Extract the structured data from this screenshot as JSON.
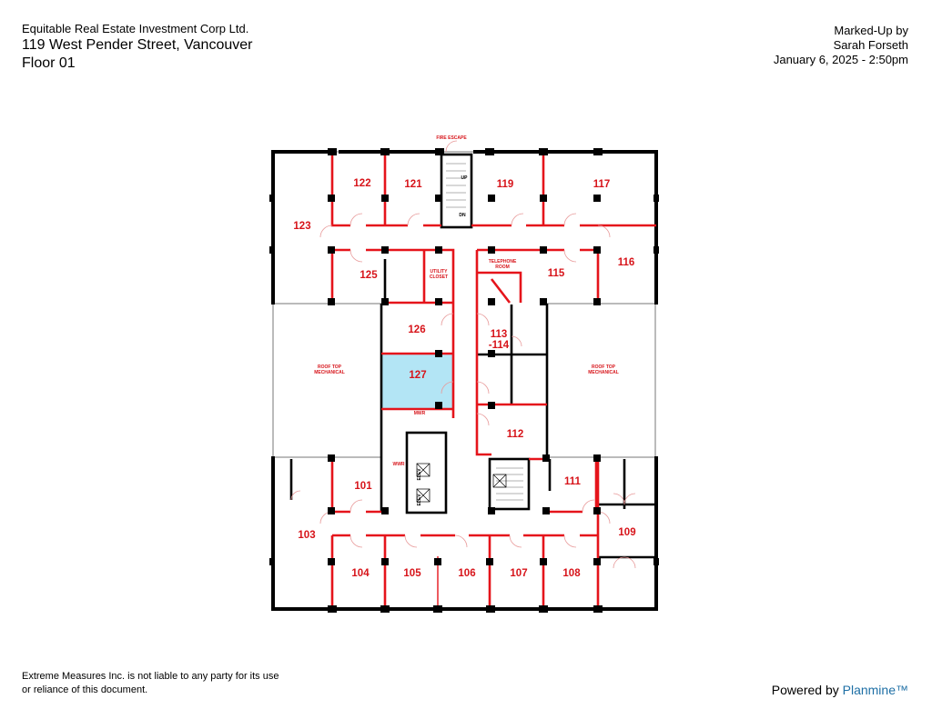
{
  "header": {
    "company": "Equitable Real Estate Investment Corp Ltd.",
    "address": "119 West Pender Street, Vancouver",
    "floor": "Floor 01",
    "marked_up_label": "Marked-Up by",
    "marked_up_by": "Sarah Forseth",
    "date": "January 6, 2025 - 2:50pm"
  },
  "plan": {
    "highlight_color": "#b3e5f5",
    "wall_color": "#e5141b",
    "small_labels": {
      "fire_escape": "FIRE ESCAPE",
      "utility_1": "UTILITY",
      "utility_2": "CLOSET",
      "telephone_1": "TELEPHONE",
      "telephone_2": "ROOM",
      "rtm_left_1": "ROOF TOP",
      "rtm_left_2": "MECHANICAL",
      "rtm_right_1": "ROOF TOP",
      "rtm_right_2": "MECHANICAL",
      "mwr_1": "MWR",
      "mwr_2": "WWR",
      "up": "UP",
      "dn": "DN",
      "elev_1": "ELEV",
      "elev_2": "ELEV"
    },
    "rooms": {
      "r122": "122",
      "r121": "121",
      "r119": "119",
      "r117": "117",
      "r123": "123",
      "r125": "125",
      "r115": "115",
      "r116": "116",
      "r126": "126",
      "r113a": "113",
      "r113b": "-114",
      "r127": "127",
      "r112": "112",
      "r101": "101",
      "r111": "111",
      "r103": "103",
      "r109": "109",
      "r104": "104",
      "r105": "105",
      "r106": "106",
      "r107": "107",
      "r108": "108"
    }
  },
  "footer": {
    "disclaimer_1": "Extreme Measures Inc. is not liable to any party for its use",
    "disclaimer_2": "or reliance of this document.",
    "powered_by": "Powered by",
    "brand": "Planmine™"
  }
}
